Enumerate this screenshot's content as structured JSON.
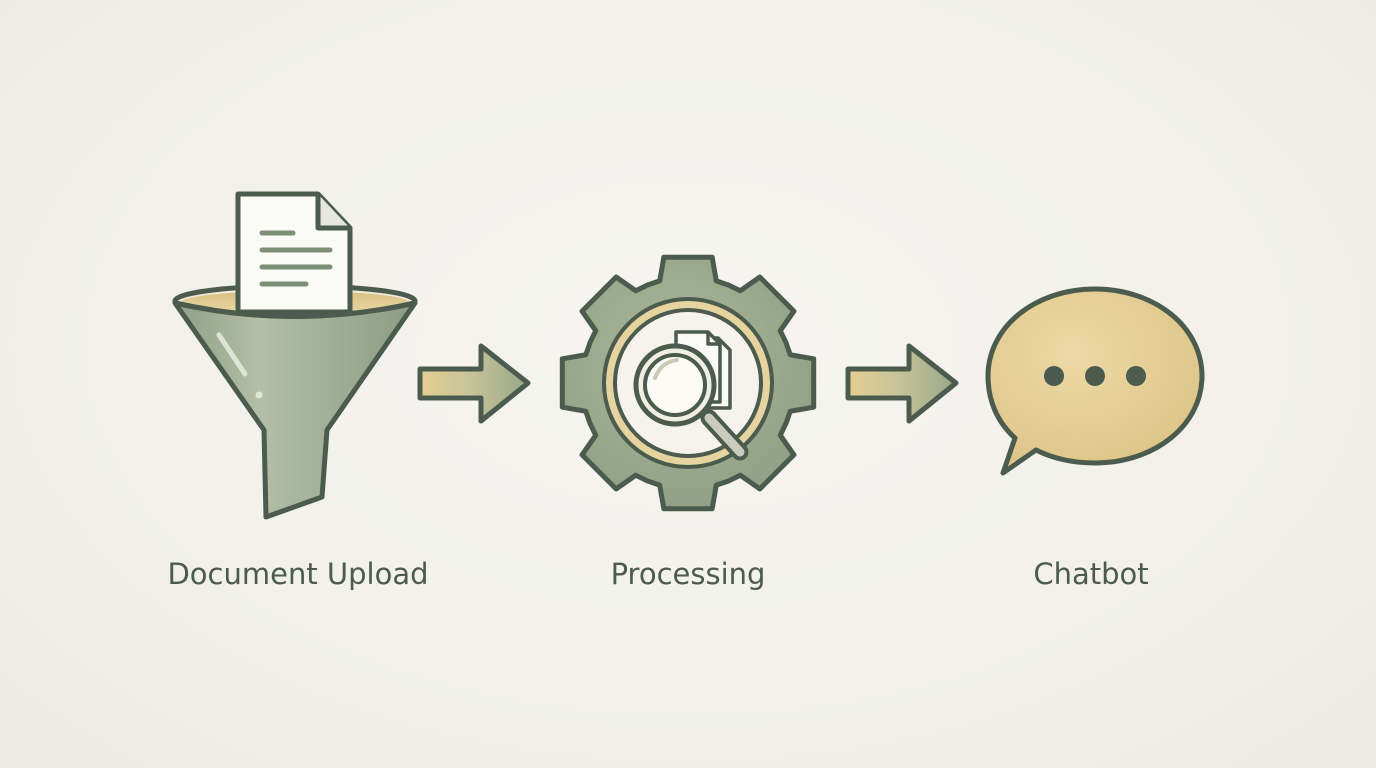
{
  "steps": [
    {
      "id": "upload",
      "label": "Document Upload",
      "icon": "funnel-document-icon"
    },
    {
      "id": "processing",
      "label": "Processing",
      "icon": "gear-magnifier-icon"
    },
    {
      "id": "chatbot",
      "label": "Chatbot",
      "icon": "speech-bubble-icon"
    }
  ],
  "connectors": [
    {
      "from": "upload",
      "to": "processing",
      "icon": "arrow-right-icon"
    },
    {
      "from": "processing",
      "to": "chatbot",
      "icon": "arrow-right-icon"
    }
  ],
  "colors": {
    "background": "#f2f1ec",
    "outline": "#4b5b4d",
    "sage": "#9aaa8e",
    "sage_light": "#b6c2a9",
    "gold": "#e2cc8e",
    "paper": "#fafaf6",
    "text": "#4b5b4d"
  }
}
